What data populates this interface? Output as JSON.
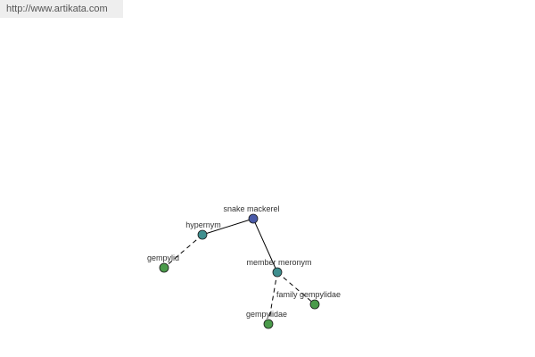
{
  "header": {
    "url": "http://www.artikata.com"
  },
  "colors": {
    "root": "#4a5aa8",
    "relation": "#3f8f8f",
    "leaf": "#4a9a4a",
    "edge": "#000000"
  },
  "graph": {
    "nodes": [
      {
        "id": "root",
        "label": "snake mackerel",
        "kind": "root"
      },
      {
        "id": "hypernym",
        "label": "hypernym",
        "kind": "relation"
      },
      {
        "id": "gempylid",
        "label": "gempylid",
        "kind": "leaf"
      },
      {
        "id": "member-meronym",
        "label": "member meronym",
        "kind": "relation"
      },
      {
        "id": "family-gempylidae",
        "label": "family gempylidae",
        "kind": "leaf"
      },
      {
        "id": "gempylidae",
        "label": "gempylidae",
        "kind": "leaf"
      }
    ],
    "edges": [
      {
        "from": "root",
        "to": "hypernym",
        "style": "solid"
      },
      {
        "from": "root",
        "to": "member-meronym",
        "style": "solid"
      },
      {
        "from": "hypernym",
        "to": "gempylid",
        "style": "dashed"
      },
      {
        "from": "member-meronym",
        "to": "family-gempylidae",
        "style": "dashed"
      },
      {
        "from": "member-meronym",
        "to": "gempylidae",
        "style": "dashed"
      }
    ]
  }
}
